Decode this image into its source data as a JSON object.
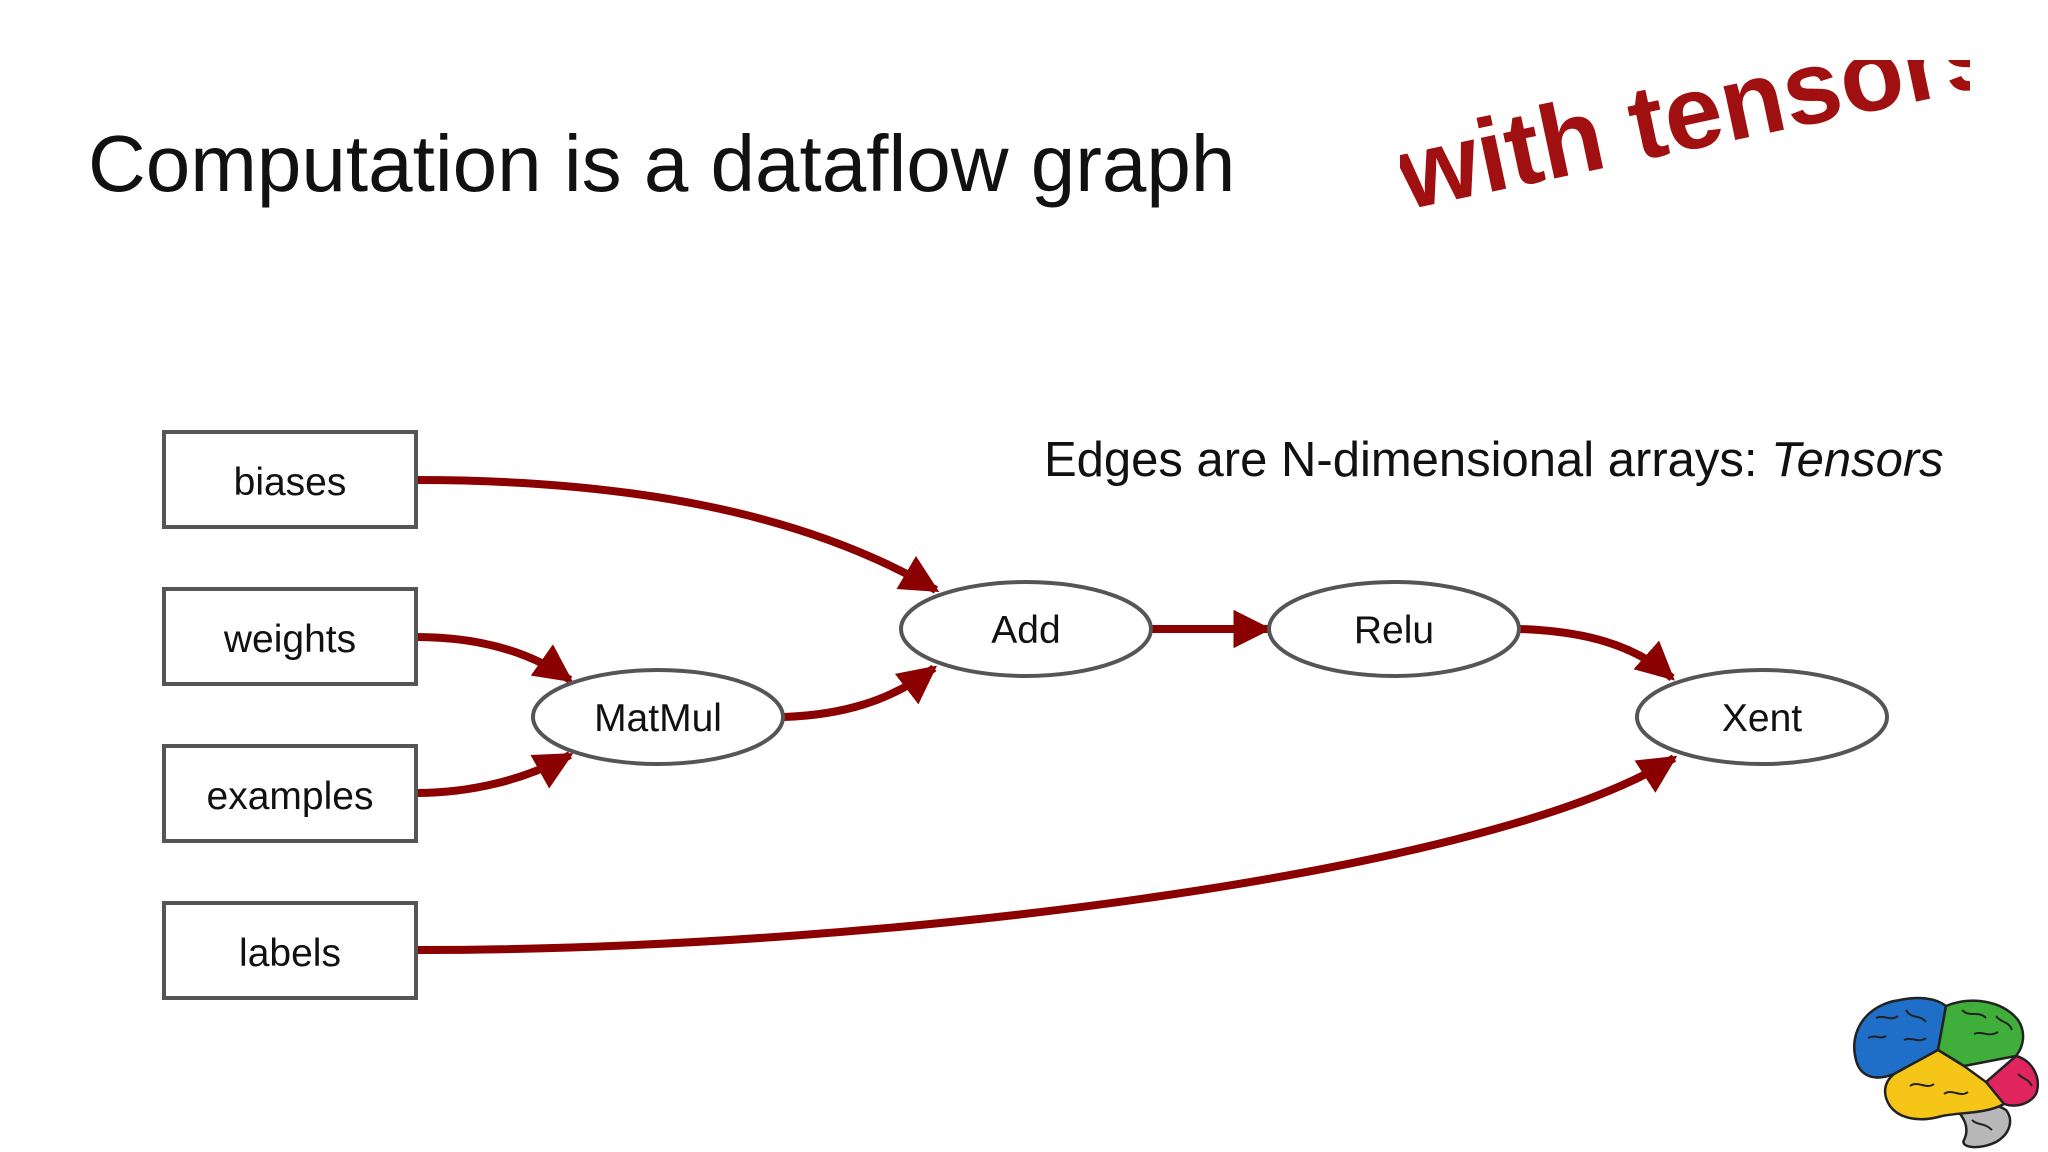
{
  "slide": {
    "title": "Computation is a dataflow graph",
    "stamp": "with tensors",
    "subtitle_prefix": "Edges are N-dimensional arrays: ",
    "subtitle_emphasis": "Tensors"
  },
  "diagram": {
    "inputs": [
      {
        "id": "biases",
        "label": "biases"
      },
      {
        "id": "weights",
        "label": "weights"
      },
      {
        "id": "examples",
        "label": "examples"
      },
      {
        "id": "labels",
        "label": "labels"
      }
    ],
    "ops": [
      {
        "id": "matmul",
        "label": "MatMul"
      },
      {
        "id": "add",
        "label": "Add"
      },
      {
        "id": "relu",
        "label": "Relu"
      },
      {
        "id": "xent",
        "label": "Xent"
      }
    ],
    "edges": [
      {
        "from": "biases",
        "to": "add"
      },
      {
        "from": "weights",
        "to": "matmul"
      },
      {
        "from": "examples",
        "to": "matmul"
      },
      {
        "from": "matmul",
        "to": "add"
      },
      {
        "from": "add",
        "to": "relu"
      },
      {
        "from": "relu",
        "to": "xent"
      },
      {
        "from": "labels",
        "to": "xent"
      }
    ]
  },
  "colors": {
    "edge": "#8b0000",
    "stamp": "#a01010",
    "node_stroke": "#555555"
  },
  "logo": {
    "icon": "brain-icon"
  }
}
